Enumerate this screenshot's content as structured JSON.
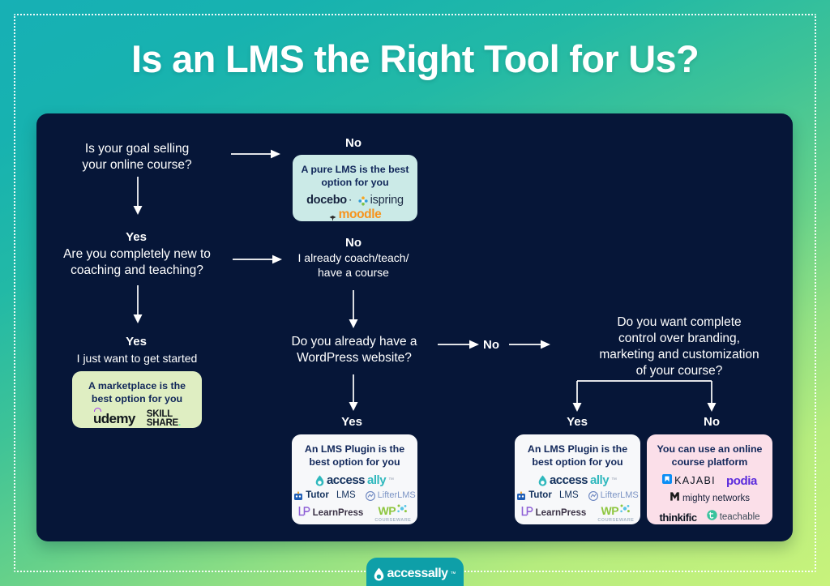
{
  "title": "Is an LMS the Right Tool for Us?",
  "brand": {
    "name": "accessally",
    "tm": "™"
  },
  "colors": {
    "bg_start": "#17b0b5",
    "bg_end": "#c8f37c",
    "panel": "#061638",
    "box_teal": "#cbeae7",
    "box_green": "#dfeec2",
    "box_white": "#f7f8fa",
    "box_pink": "#fbdfe9",
    "accent_teal": "#2fb8bd",
    "text_light": "#ffffff",
    "text_dark": "#11275a"
  },
  "flow": {
    "q1": {
      "line1": "Is your goal selling",
      "line2": "your online course?"
    },
    "q1_no_label": "No",
    "q1_yes_label": "Yes",
    "q2": {
      "line1": "Are you completely new to",
      "line2": "coaching and teaching?"
    },
    "q2_no_label": "No",
    "q2_no_sub1": "I already coach/teach/",
    "q2_no_sub2": "have a course",
    "q2_yes_label": "Yes",
    "q2_yes_sub": "I just want to get started",
    "q3": {
      "line1": "Do you already have a",
      "line2": "WordPress website?"
    },
    "q3_yes_label": "Yes",
    "q3_no_label": "No",
    "q4": {
      "line1": "Do you want complete",
      "line2": "control over branding,",
      "line3": "marketing and customization",
      "line4": "of your course?"
    },
    "q4_yes_label": "Yes",
    "q4_no_label": "No"
  },
  "results": {
    "pure_lms": {
      "title_line1": "A pure LMS is the best",
      "title_line2": "option for you",
      "logos": [
        "docebo",
        "ispring",
        "moodle"
      ]
    },
    "marketplace": {
      "title_line1": "A marketplace is the",
      "title_line2": "best option for you",
      "logos": [
        "udemy",
        "skillshare"
      ]
    },
    "lms_plugin": {
      "title_line1": "An LMS Plugin is the",
      "title_line2": "best option for you",
      "logos": [
        "accessally",
        "Tutor LMS",
        "LifterLMS",
        "LearnPress",
        "WP Courseware"
      ]
    },
    "course_platform": {
      "title_line1": "You can use an online",
      "title_line2": "course platform",
      "logos": [
        "KAJABI",
        "podia",
        "mighty networks",
        "thinkific",
        "teachable"
      ]
    }
  },
  "logos": {
    "docebo": {
      "text": "docebo",
      "tm": "·"
    },
    "ispring": {
      "text": "ispring"
    },
    "moodle": {
      "text": "moodle"
    },
    "udemy": {
      "text": "udemy"
    },
    "skillshare": {
      "l1": "SKILL",
      "l2": "SHARE",
      "dot": "."
    },
    "accessally": {
      "a": "access",
      "b": "ally",
      "tm": "™"
    },
    "tutorlms": {
      "a": "Tutor",
      "b": "LMS"
    },
    "lifterlms": {
      "text": "LifterLMS"
    },
    "learnpress": {
      "mark": "LP",
      "text": "LearnPress"
    },
    "wpcourseware": {
      "a": "WP",
      "b": "COURSEWARE"
    },
    "kajabi": {
      "text": "KAJABI"
    },
    "podia": {
      "text": "podia"
    },
    "mightynetworks": {
      "mark": "M",
      "text": "mighty networks"
    },
    "thinkific": {
      "text": "thinkific"
    },
    "teachable": {
      "mark": "t",
      "text": "teachable"
    }
  }
}
